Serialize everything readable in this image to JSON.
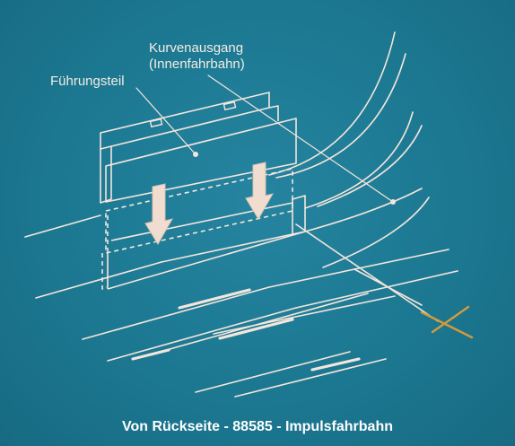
{
  "labels": {
    "guide_part": "Führungsteil",
    "curve_exit_line1": "Kurvenausgang",
    "curve_exit_line2": "(Innenfahrbahn)"
  },
  "caption": "Von Rückseite - 88585 - Impulsfahrbahn",
  "colors": {
    "background": "#1c7891",
    "line": "#f4e6dc",
    "marker": "#d59a3c",
    "caption": "#ffffff"
  }
}
